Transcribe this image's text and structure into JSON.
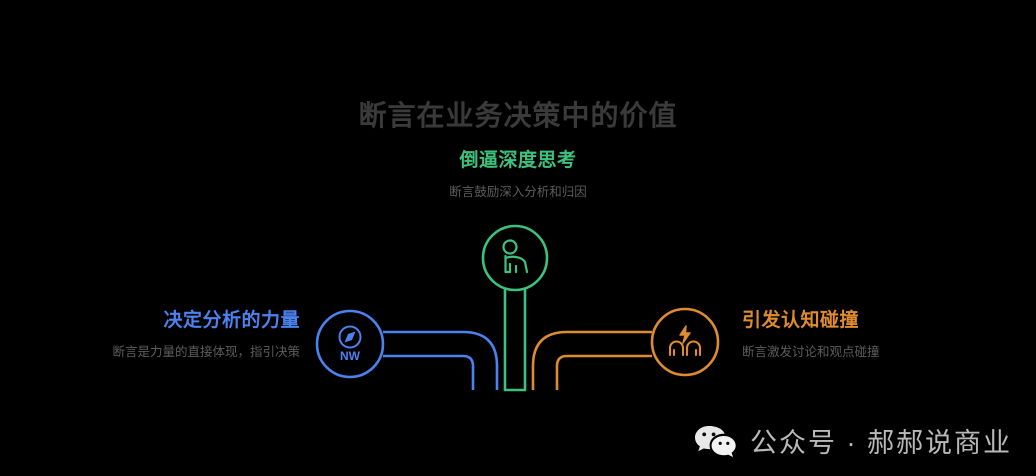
{
  "page": {
    "background_color": "#000000",
    "title": "断言在业务决策中的价值"
  },
  "diagram": {
    "type": "three-branch-pipe-flow",
    "nodes": [
      {
        "id": "left",
        "title": "决定分析的力量",
        "desc": "断言是力量的直接体现，指引决策",
        "color": "#4b82ef",
        "icon": "compass-nw-icon",
        "icon_label": "NW"
      },
      {
        "id": "top",
        "title": "倒逼深度思考",
        "desc": "断言鼓励深入分析和归因",
        "color": "#3dc27d",
        "icon": "thinker-person-icon",
        "icon_label": ""
      },
      {
        "id": "right",
        "title": "引发认知碰撞",
        "desc": "断言激发讨论和观点碰撞",
        "color": "#e08b2e",
        "icon": "two-people-lightning-icon",
        "icon_label": ""
      }
    ]
  },
  "watermark": {
    "icon": "wechat-icon",
    "text": "公众号 · 郝郝说商业",
    "color": "#b9b9b9"
  },
  "colors": {
    "title": "#3a3a3a",
    "description": "#5c5c5c",
    "blue": "#4b82ef",
    "green": "#3dc27d",
    "orange": "#e08b2e",
    "background": "#000000"
  }
}
